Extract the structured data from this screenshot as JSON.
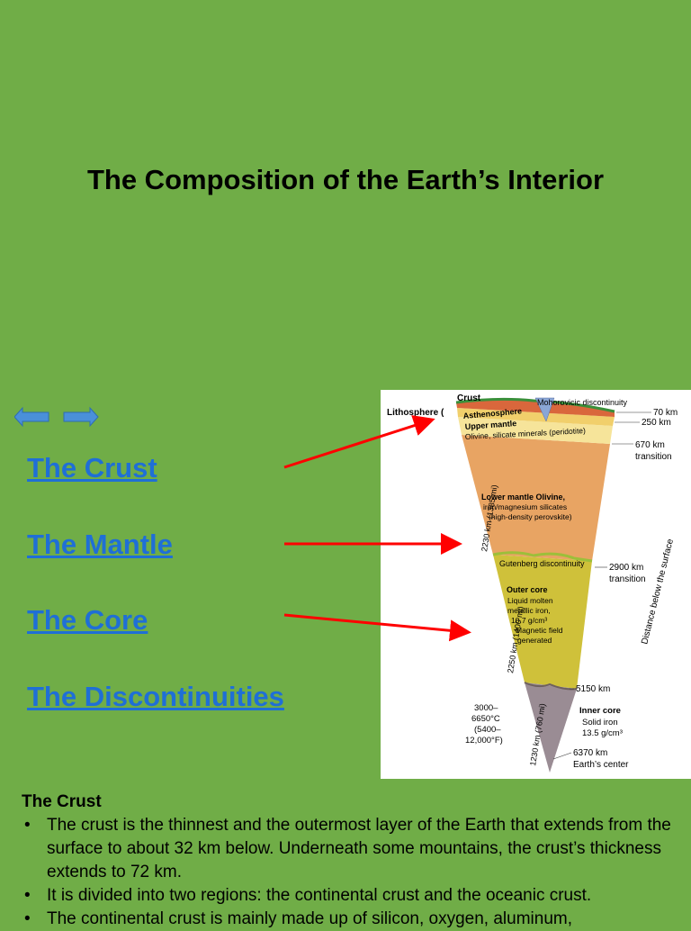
{
  "slide": {
    "title": "The Composition of the Earth’s Interior",
    "links": [
      "The Crust",
      "The Mantle",
      "The Core",
      "The Discontinuities"
    ]
  },
  "diagram": {
    "crust": "Crust",
    "lithosphere": "Lithosphere (",
    "asthenosphere": "Asthenosphere",
    "moho": "Mohorovicic discontinuity",
    "upper_mantle": "Upper mantle",
    "upper_mantle_desc": "Olivine, silicate minerals (peridotite)",
    "km70": "70 km",
    "km250": "250 km",
    "km670": "670 km",
    "transition": "transition",
    "lower_mantle": [
      "Lower mantle Olivine,",
      "iron/magnesium silicates",
      "(high-density perovskite)"
    ],
    "lower_mantle_thickness": "2230 km (1385 mi)",
    "gutenberg": "Gutenberg discontinuity",
    "km2900": "2900 km",
    "transition2": "transition",
    "outer_core": "Outer core",
    "outer_core_desc": [
      "Liquid molten",
      "metallic iron,",
      "10.7 g/cm³",
      "Magnetic field",
      "generated"
    ],
    "outer_core_thickness": "2250 km (1400 mi)",
    "km5150": "5150 km",
    "inner_core": "Inner core",
    "inner_core_desc": [
      "Solid iron",
      "13.5 g/cm³"
    ],
    "inner_core_thickness": "1230 km (760 mi)",
    "temperature": [
      "3000–",
      "6650°C",
      "(5400–",
      "12,000°F)"
    ],
    "km6370": "6370 km",
    "center": "Earth’s center",
    "distance_label": "Distance below the surface"
  },
  "notes": {
    "heading": "The Crust",
    "bullets": [
      "The crust is the thinnest and the outermost layer of the Earth that extends from the surface to about 32 km below. Underneath some mountains, the crust’s thickness extends to 72 km.",
      "It is divided into two regions: the continental crust and the oceanic crust.",
      "The continental crust is mainly made up of silicon, oxygen, aluminum,"
    ]
  },
  "colors": {
    "background": "#70ad47",
    "link": "#1f6fd6",
    "arrow": "#ff0000",
    "nav_arrow": "#4a90d9"
  }
}
